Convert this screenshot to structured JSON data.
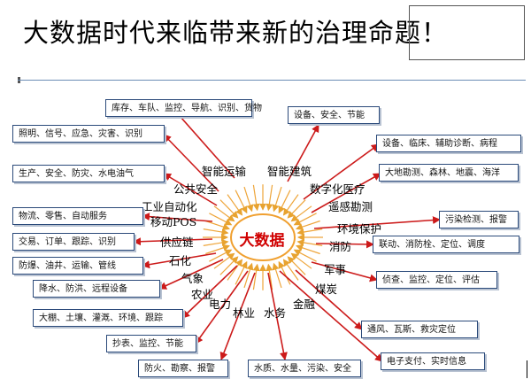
{
  "title": "大数据时代来临带来新的治理命题！",
  "hub": "大数据",
  "spokes": [
    {
      "label": "智能运输",
      "box": "库存、车队、监控、导航、识别、货物"
    },
    {
      "label": "智能建筑",
      "box": "设备、安全、节能"
    },
    {
      "label": "公共安全",
      "box": "照明、信号、应急、灾害、识别"
    },
    {
      "label": "数字化医疗",
      "box": "设备、临床、辅助诊断、病程"
    },
    {
      "label": "工业自动化",
      "box": "生产、安全、防灾、水电油气"
    },
    {
      "label": "遥感勘测",
      "box": "大地勘测、森林、地震、海洋"
    },
    {
      "label": "移动POS",
      "box": "物流、零售、自动服务"
    },
    {
      "label": "环境保护",
      "box": "污染检测、报警"
    },
    {
      "label": "供应链",
      "box": "交易、订单、跟踪、识别"
    },
    {
      "label": "消防",
      "box": "联动、消防栓、定位、调度"
    },
    {
      "label": "石化",
      "box": "防爆、油井、运输、管线"
    },
    {
      "label": "气象",
      "box": "降水、防洪、远程设备"
    },
    {
      "label": "军事",
      "box": "侦查、监控、定位、评估"
    },
    {
      "label": "农业",
      "box": "大棚、土壤、灌溉、环境、跟踪"
    },
    {
      "label": "煤炭",
      "box": "通风、瓦斯、救灾定位"
    },
    {
      "label": "电力",
      "box": "抄表、监控、节能"
    },
    {
      "label": "金融",
      "box": "电子支付、实时信息"
    },
    {
      "label": "林业",
      "box": "防火、勘察、报警"
    },
    {
      "label": "水务",
      "box": "水质、水量、污染、安全"
    }
  ]
}
